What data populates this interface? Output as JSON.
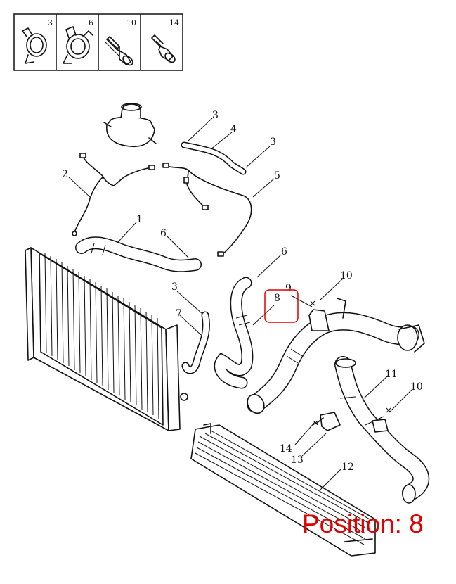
{
  "legend_boxes": [
    {
      "number": "3",
      "icon": "hose-clamp-icon"
    },
    {
      "number": "6",
      "icon": "spring-clamp-icon"
    },
    {
      "number": "10",
      "icon": "flange-bolt-icon"
    },
    {
      "number": "14",
      "icon": "stud-bolt-icon"
    }
  ],
  "callouts": {
    "c1": "1",
    "c2": "2",
    "c3a": "3",
    "c3b": "3",
    "c3c": "3",
    "c4": "4",
    "c5": "5",
    "c6a": "6",
    "c6b": "6",
    "c7": "7",
    "c8": "8",
    "c9": "9",
    "c10a": "10",
    "c10b": "10",
    "c11": "11",
    "c12": "12",
    "c13": "13",
    "c14": "14"
  },
  "highlight": {
    "label": "Position: 8",
    "color": "#e00000"
  }
}
